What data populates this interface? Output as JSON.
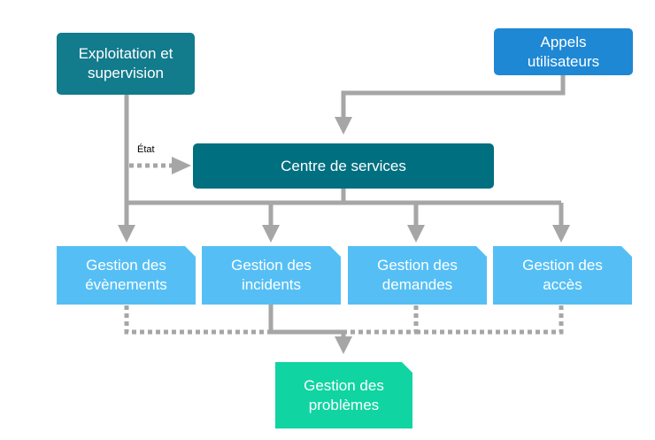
{
  "nodes": {
    "exploitation": "Exploitation et\nsupervision",
    "appels": "Appels\nutilisateurs",
    "centre": "Centre de services",
    "evenements": "Gestion des\névènements",
    "incidents": "Gestion des\nincidents",
    "demandes": "Gestion des\ndemandes",
    "acces": "Gestion des\naccès",
    "problemes": "Gestion des\nproblèmes"
  },
  "edge_labels": {
    "etat": "État"
  },
  "colors": {
    "teal": "#127b8c",
    "dark_teal": "#006f80",
    "blue": "#1e88d4",
    "light_blue": "#55bff5",
    "green": "#10d4a2",
    "connector": "#a6a6a6"
  }
}
